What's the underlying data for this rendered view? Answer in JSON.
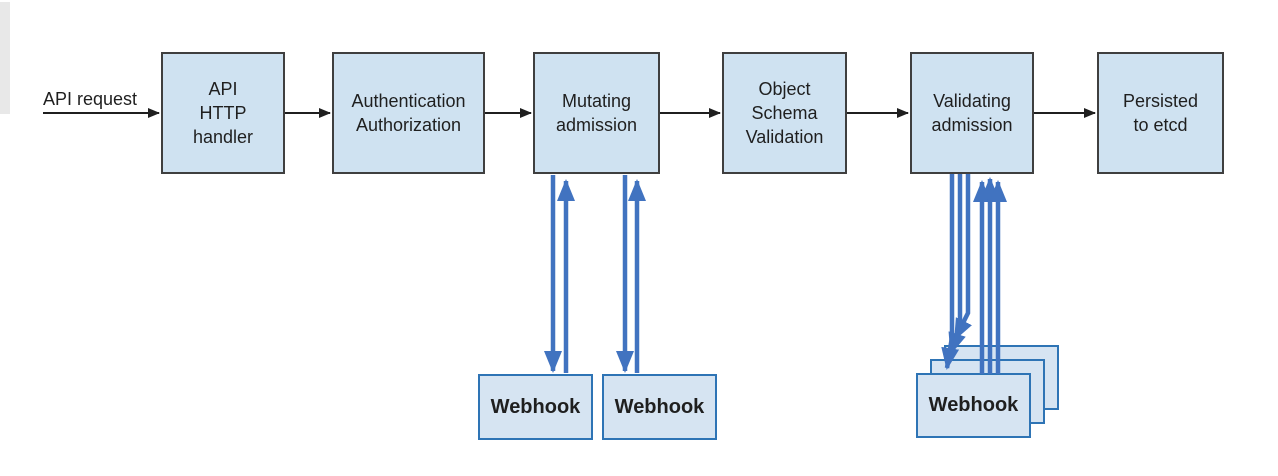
{
  "colors": {
    "box_fill": "#cfe2f1",
    "box_border": "#3f3f3f",
    "webhook_fill": "#d6e4f2",
    "webhook_border": "#2e74b5",
    "flow_arrow": "#1f1f1f",
    "webhook_arrow": "#4173c0",
    "text": "#1f1f1f",
    "background": "#ffffff",
    "edge_artifact": "#e8e8e8"
  },
  "diagram": {
    "request_label": "API request",
    "stages": [
      {
        "label": "API\nHTTP\nhandler"
      },
      {
        "label": "Authentication\nAuthorization"
      },
      {
        "label": "Mutating\nadmission"
      },
      {
        "label": "Object\nSchema\nValidation"
      },
      {
        "label": "Validating\nadmission"
      },
      {
        "label": "Persisted\nto etcd"
      }
    ],
    "webhooks": {
      "mutating": [
        {
          "label": "Webhook"
        },
        {
          "label": "Webhook"
        }
      ],
      "validating_front_label": "Webhook"
    }
  }
}
